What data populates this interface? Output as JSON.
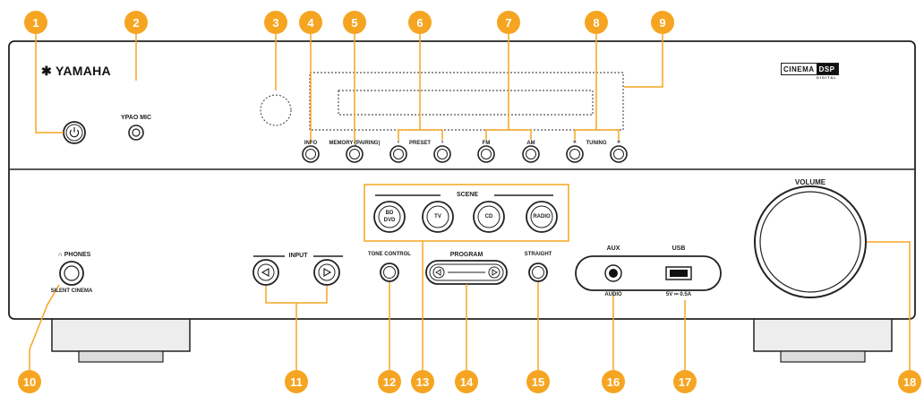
{
  "brand": "YAMAHA",
  "logo_text": {
    "cinema": "CINEMA",
    "dsp": "DSP",
    "digital": "DIGITAL"
  },
  "labels": {
    "ypao_mic": "YPAO MIC",
    "info": "INFO",
    "memory": "MEMORY (PAIRING)",
    "preset": "PRESET",
    "fm": "FM",
    "am": "AM",
    "tuning": "TUNING",
    "scene": "SCENE",
    "scene_bd": "BD",
    "scene_dvd": "DVD",
    "scene_tv": "TV",
    "scene_cd": "CD",
    "scene_radio": "RADIO",
    "volume": "VOLUME",
    "phones": "PHONES",
    "silent_cinema": "SILENT CINEMA",
    "input": "INPUT",
    "tone_control": "TONE CONTROL",
    "program": "PROGRAM",
    "straight": "STRAIGHT",
    "aux": "AUX",
    "audio": "AUDIO",
    "usb": "USB",
    "usb_power": "5V ⎓ 0.5A"
  },
  "glyphs": {
    "left": "‹",
    "right": "›",
    "rewind": "«",
    "forward": "»"
  },
  "callouts": [
    "1",
    "2",
    "3",
    "4",
    "5",
    "6",
    "7",
    "8",
    "9",
    "10",
    "11",
    "12",
    "13",
    "14",
    "15",
    "16",
    "17",
    "18"
  ],
  "colors": {
    "callout": "#f5a521",
    "callout_line": "#f5a521",
    "panel_stroke": "#222222"
  }
}
